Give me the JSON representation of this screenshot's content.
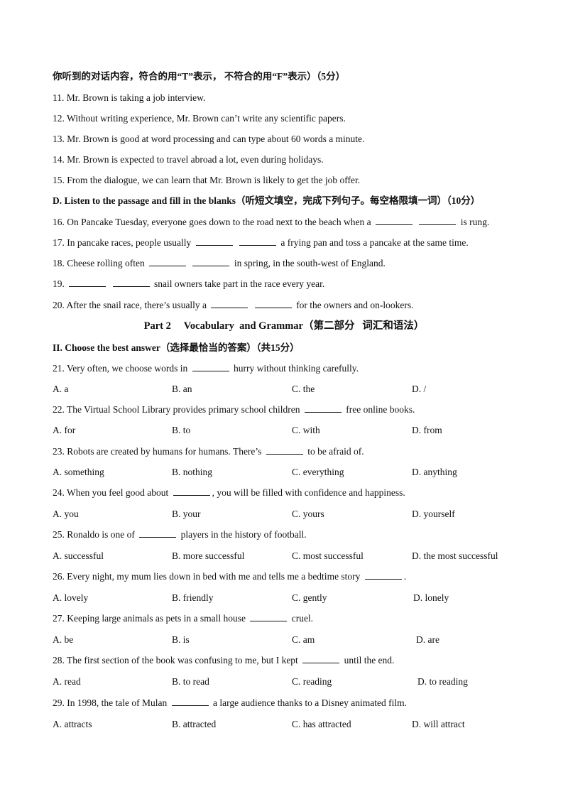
{
  "instructions_tf": "你听到的对话内容，符合的用“T”表示， 不符合的用“F”表示）（5分）",
  "tf_items": [
    "11. Mr. Brown is taking a job interview.",
    "12. Without writing experience, Mr. Brown can’t write any scientific papers.",
    "13. Mr. Brown is good at word processing and can type about 60 words a minute.",
    "14. Mr. Brown is expected to travel abroad a lot, even during holidays.",
    "15. From the dialogue, we can learn that Mr. Brown is likely to get the job offer."
  ],
  "section_d": {
    "heading": "D. Listen to the passage and fill in the blanks（听短文填空，完成下列句子。每空格限填一词）（10分）",
    "items": [
      {
        "pre": "16. On Pancake Tuesday, everyone goes down to the road next to the beach when a",
        "post": "is rung."
      },
      {
        "pre": "17. In pancake races, people usually",
        "post": "a frying pan and toss a pancake at the same time."
      },
      {
        "pre": "18. Cheese rolling often",
        "post": "in spring, in the south-west of England."
      },
      {
        "pre": "19.",
        "post": "snail owners take part in the race every year."
      },
      {
        "pre": "20. After the snail race, there’s usually a",
        "post": "for the owners and on-lookers."
      }
    ]
  },
  "part2": {
    "title": "Part 2     Vocabulary  and Grammar（第二部分   词汇和语法）"
  },
  "section_ii": {
    "heading": "II. Choose the best answer（选择最恰当的答案）（共15分）",
    "questions": [
      {
        "pre": "21. Very often, we choose words in",
        "post": "hurry without thinking carefully.",
        "options": [
          "A.  a",
          "B. an",
          "C. the",
          "D. /"
        ]
      },
      {
        "pre": "22. The Virtual School Library provides primary school children",
        "post": "free online books.",
        "options": [
          "A. for",
          "B. to",
          "C. with",
          "D. from"
        ]
      },
      {
        "pre": "23.  Robots are created by humans for humans. There’s",
        "post": "to be afraid of.",
        "options": [
          "A. something",
          "B. nothing",
          "C. everything",
          "D. anything"
        ]
      },
      {
        "pre": "24.  When you feel good about",
        "post": ", you will be filled with confidence and happiness.",
        "options": [
          "A.  you",
          "B. your",
          "C. yours",
          "D. yourself"
        ]
      },
      {
        "pre": "25.  Ronaldo is one of",
        "post": "players in the history of football.",
        "options": [
          "A. successful",
          "B. more successful",
          "C. most successful",
          "D. the most successful"
        ]
      },
      {
        "pre": "26.  Every night, my mum lies down in bed with me and tells me a bedtime story",
        "post": ".",
        "options": [
          "A.  lovely",
          "B. friendly",
          "C. gently",
          "D. lonely"
        ]
      },
      {
        "pre": "27.  Keeping large animals as pets in a small house",
        "post": "cruel.",
        "options": [
          "A.  be",
          "B. is",
          "C. am",
          "D. are"
        ]
      },
      {
        "pre": "28.  The first section of the book was confusing to me, but I kept",
        "post": "until the end.",
        "options": [
          "A.  read",
          "B. to read",
          "C. reading",
          "D. to reading"
        ]
      },
      {
        "pre": "29.  In 1998, the tale of Mulan",
        "post": "a large audience thanks to a Disney animated film.",
        "options": [
          "A. attracts",
          "B. attracted",
          "C. has attracted",
          "D. will attract"
        ]
      }
    ]
  }
}
